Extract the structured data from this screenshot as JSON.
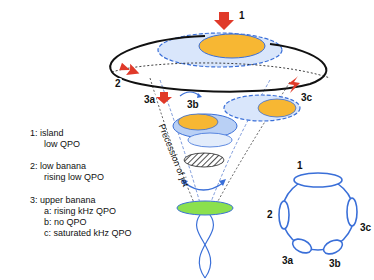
{
  "diagram": {
    "labels": [
      "1",
      "2",
      "3a",
      "3b",
      "3c",
      "1: island",
      "low QPO",
      "2: low banana",
      "rising low QPO",
      "3: upper banana",
      "a: rising kHz QPO",
      "b: no QPO",
      "c: saturated kHz QPO",
      "Precession of jet",
      "1",
      "2",
      "3a",
      "3b",
      "3c"
    ]
  }
}
